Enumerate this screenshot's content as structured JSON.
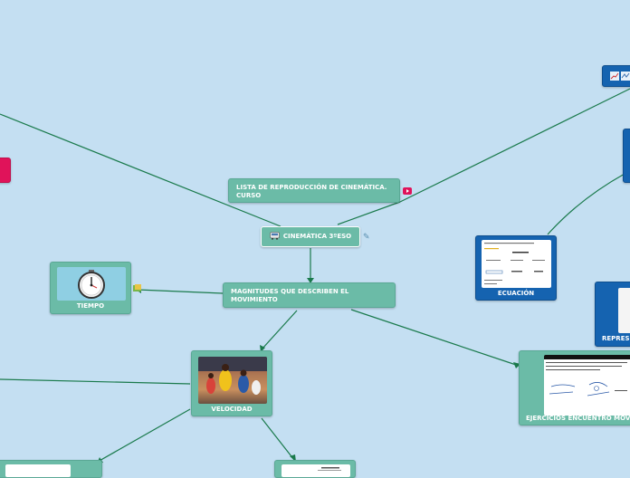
{
  "nodes": {
    "central": {
      "label": "CINEMÁTICA 3ºESO",
      "icon": "bus-icon"
    },
    "playlist": {
      "label": "LISTA DE REPRODUCCIÓN DE CINEMÁTICA. CURSO",
      "marker": "youtube-icon"
    },
    "magnitudes": {
      "label": "MAGNITUDES QUE DESCRIBEN EL MOVIMIENTO"
    },
    "tiempo": {
      "label": "TIEMPO",
      "image": "stopwatch-icon"
    },
    "velocidad": {
      "label": "VELOCIDAD",
      "image": "sprinters-photo"
    },
    "ecuacion": {
      "label": "ECUACIÓN",
      "image": "equation-worksheet"
    },
    "ejercicios": {
      "label": "EJERCICIOS ENCUENTRO MOV",
      "image": "exercise-worksheet"
    },
    "representacion": {
      "label": "REPRES"
    },
    "chart_node": {
      "icons": "chart-icons"
    }
  },
  "colors": {
    "background": "#c4dff2",
    "node_green": "#6bbba7",
    "node_blue": "#1563b0",
    "node_pink": "#e0135a",
    "line": "#1a7a4c"
  }
}
